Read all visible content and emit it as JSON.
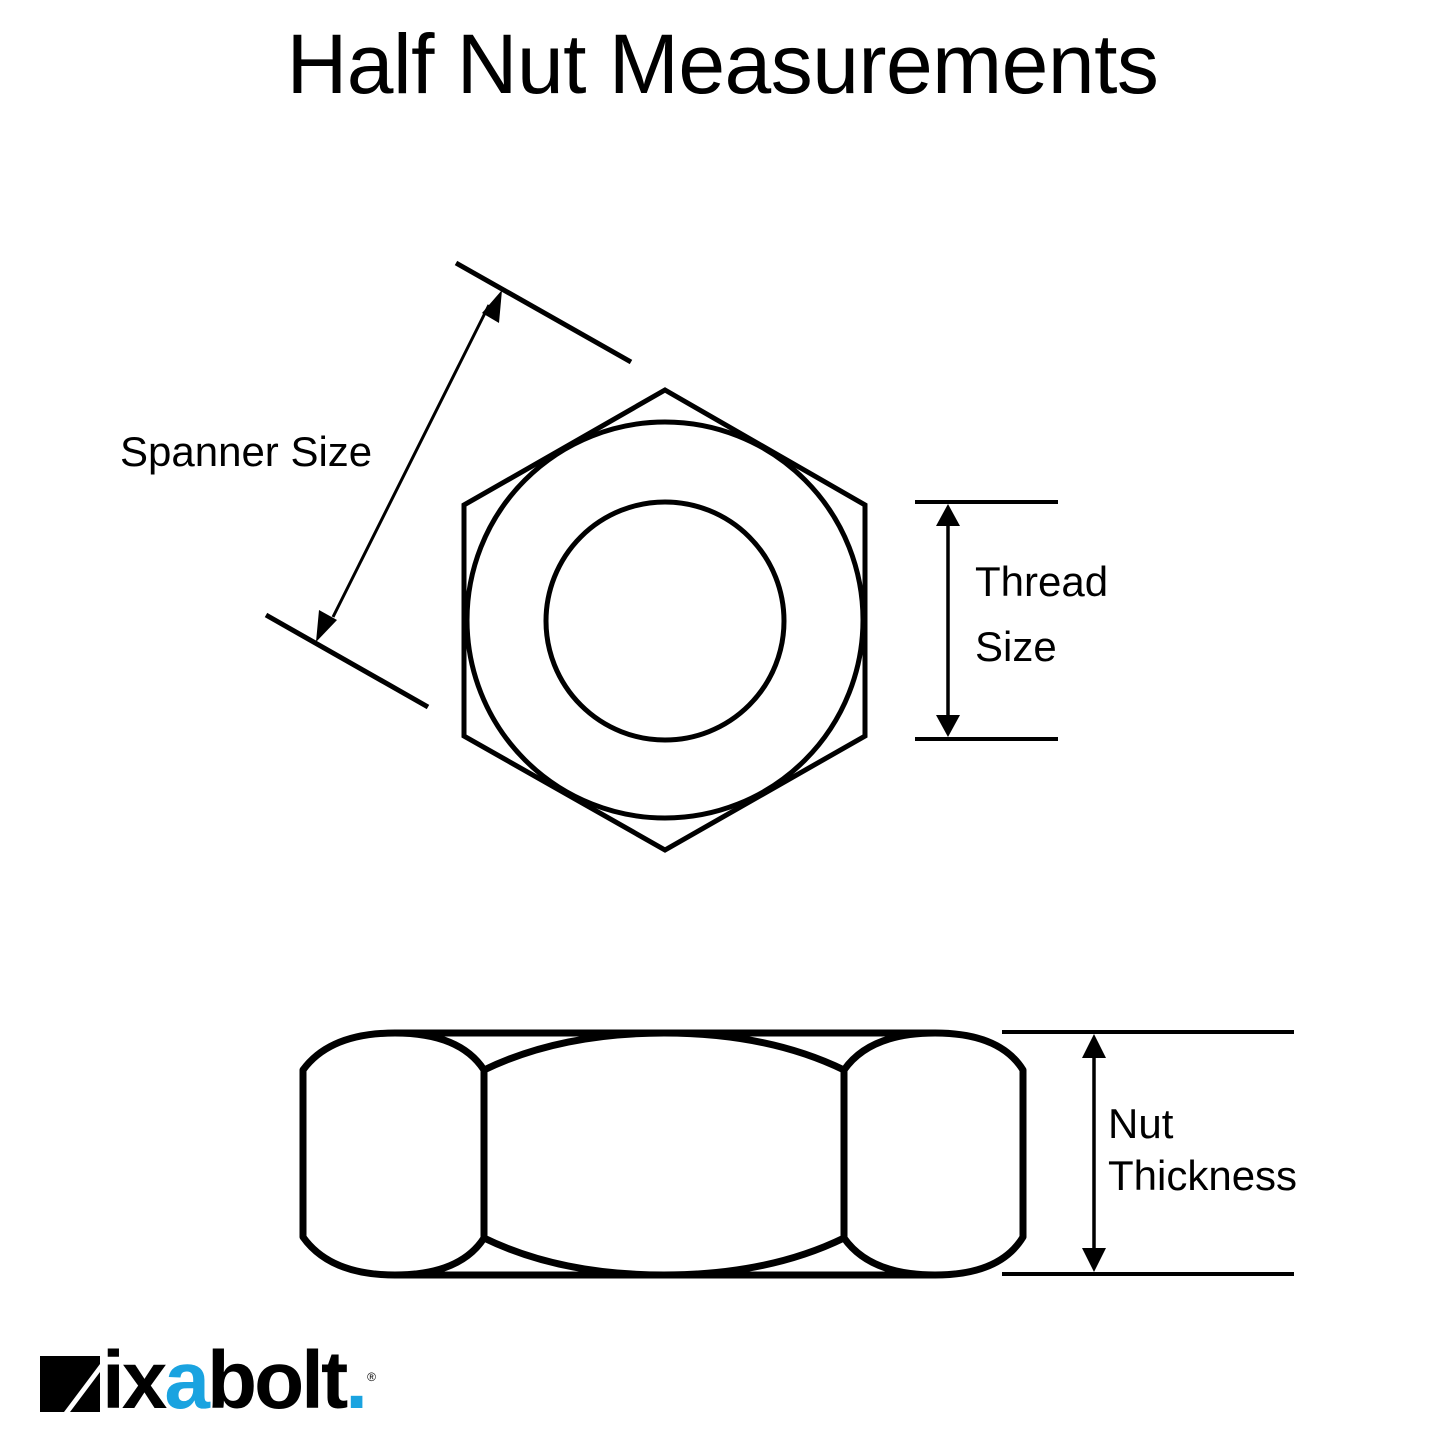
{
  "title": "Half Nut Measurements",
  "labels": {
    "spanner_size": "Spanner Size",
    "thread_size_line1": "Thread",
    "thread_size_line2": "Size",
    "nut_thickness_line1": "Nut",
    "nut_thickness_line2": "Thickness"
  },
  "logo": {
    "text_before": "ix",
    "text_accent": "a",
    "text_after": "bolt",
    "registered": "®",
    "dot": ".",
    "accent_color": "#1aa3e0"
  },
  "colors": {
    "line": "#000000",
    "background": "#ffffff"
  }
}
